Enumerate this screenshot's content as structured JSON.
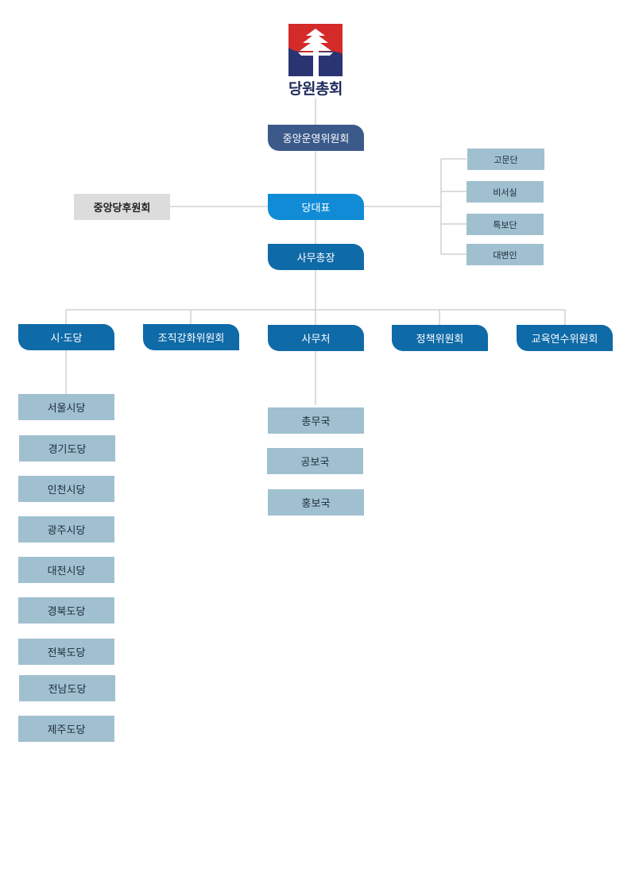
{
  "root": {
    "title": "당원총회"
  },
  "central_committee": {
    "label": "중앙운영위원회"
  },
  "party_leader": {
    "label": "당대표"
  },
  "support_committee": {
    "label": "중앙당후원회"
  },
  "advisors": {
    "items": [
      "고문단",
      "비서실",
      "특보단",
      "대변인"
    ]
  },
  "secretary_general": {
    "label": "사무총장"
  },
  "departments": {
    "items": [
      "시·도당",
      "조직강화위원회",
      "사무처",
      "정책위원회",
      "교육연수위원회"
    ]
  },
  "regional_parties": {
    "items": [
      "서울시당",
      "경기도당",
      "인천시당",
      "광주시당",
      "대전시당",
      "경북도당",
      "전북도당",
      "전남도당",
      "제주도당"
    ]
  },
  "secretariat_bureaus": {
    "items": [
      "총무국",
      "공보국",
      "홍보국"
    ]
  },
  "colors": {
    "dark_blue": "#0f6aa8",
    "navy": "#3b5a8a",
    "bright_blue": "#118bd6",
    "light_steel": "#a0c0d0",
    "gray": "#dcdcdc",
    "logo_red": "#d42a2a",
    "logo_navy": "#2a3472"
  }
}
